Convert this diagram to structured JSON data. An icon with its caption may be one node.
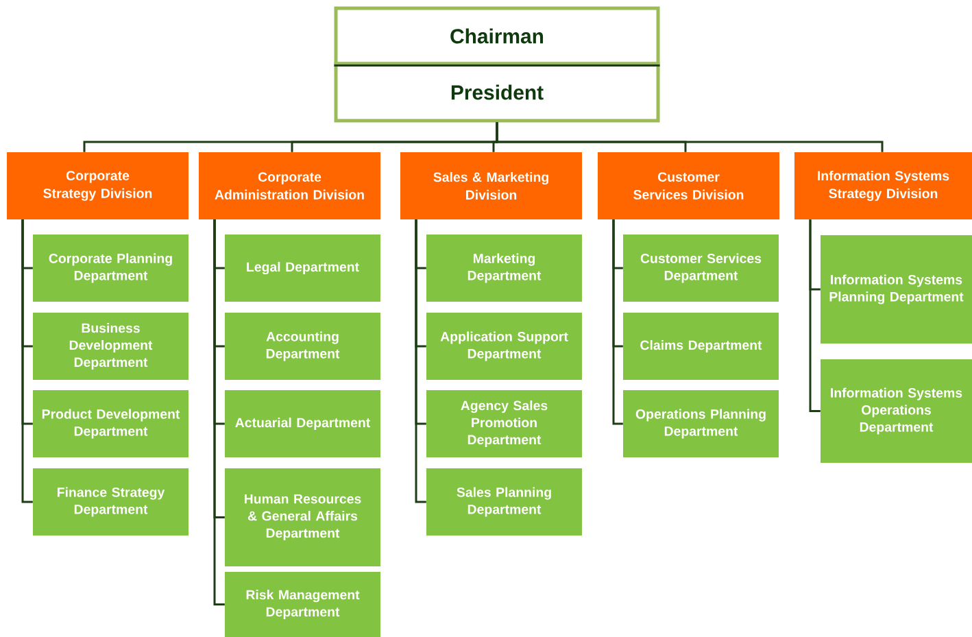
{
  "diagram": {
    "nodes": [
      {
        "text": [
          "Chairman"
        ]
      },
      {
        "text": [
          "President"
        ]
      },
      {
        "text": [
          "Corporate Strategy Division"
        ]
      },
      {
        "text": [
          "Corporate Administration Division"
        ]
      },
      {
        "text": [
          "Sales & Marketing Division"
        ]
      },
      {
        "text": [
          "Customer Services Division"
        ]
      },
      {
        "text": [
          "Information Systems Strategy Division"
        ]
      },
      {
        "text": [
          "Corporate Planning Department"
        ]
      },
      {
        "text": [
          "Business Development Department"
        ]
      },
      {
        "text": [
          "Product Development Department"
        ]
      },
      {
        "text": [
          "Finance Strategy Department"
        ]
      },
      {
        "text": [
          "Legal Department"
        ]
      },
      {
        "text": [
          "Accounting Department"
        ]
      },
      {
        "text": [
          "Actuarial Department"
        ]
      },
      {
        "text": [
          "Human Resources & General Affairs Department"
        ]
      },
      {
        "text": [
          "Risk Management Department"
        ]
      },
      {
        "text": [
          "Marketing Department"
        ]
      },
      {
        "text": [
          "Application Support Department"
        ]
      },
      {
        "text": [
          "Agency Sales Promotion Department"
        ]
      },
      {
        "text": [
          "Sales Planning Department"
        ]
      },
      {
        "text": [
          "Customer Services Department"
        ]
      },
      {
        "text": [
          "Claims Department"
        ]
      },
      {
        "text": [
          "Operations Planning Department"
        ]
      },
      {
        "text": [
          "Information Systems Planning Department"
        ]
      },
      {
        "text": [
          "Information Systems Operations Department"
        ]
      }
    ],
    "edges": [
      {
        "from": 0,
        "to": 1,
        "arrow": "none"
      },
      {
        "from": 1,
        "to": 2,
        "arrow": "none"
      },
      {
        "from": 1,
        "to": 3,
        "arrow": "none"
      },
      {
        "from": 1,
        "to": 4,
        "arrow": "none"
      },
      {
        "from": 1,
        "to": 5,
        "arrow": "none"
      },
      {
        "from": 1,
        "to": 6,
        "arrow": "none"
      },
      {
        "from": 2,
        "to": 7,
        "arrow": "none"
      },
      {
        "from": 2,
        "to": 8,
        "arrow": "none"
      },
      {
        "from": 2,
        "to": 9,
        "arrow": "none"
      },
      {
        "from": 2,
        "to": 10,
        "arrow": "none"
      },
      {
        "from": 3,
        "to": 11,
        "arrow": "none"
      },
      {
        "from": 3,
        "to": 12,
        "arrow": "none"
      },
      {
        "from": 3,
        "to": 13,
        "arrow": "none"
      },
      {
        "from": 3,
        "to": 14,
        "arrow": "none"
      },
      {
        "from": 3,
        "to": 15,
        "arrow": "none"
      },
      {
        "from": 4,
        "to": 16,
        "arrow": "none"
      },
      {
        "from": 4,
        "to": 17,
        "arrow": "none"
      },
      {
        "from": 4,
        "to": 18,
        "arrow": "none"
      },
      {
        "from": 4,
        "to": 19,
        "arrow": "none"
      },
      {
        "from": 5,
        "to": 20,
        "arrow": "none"
      },
      {
        "from": 5,
        "to": 21,
        "arrow": "none"
      },
      {
        "from": 5,
        "to": 22,
        "arrow": "none"
      },
      {
        "from": 6,
        "to": 23,
        "arrow": "none"
      },
      {
        "from": 6,
        "to": 24,
        "arrow": "none"
      }
    ]
  }
}
